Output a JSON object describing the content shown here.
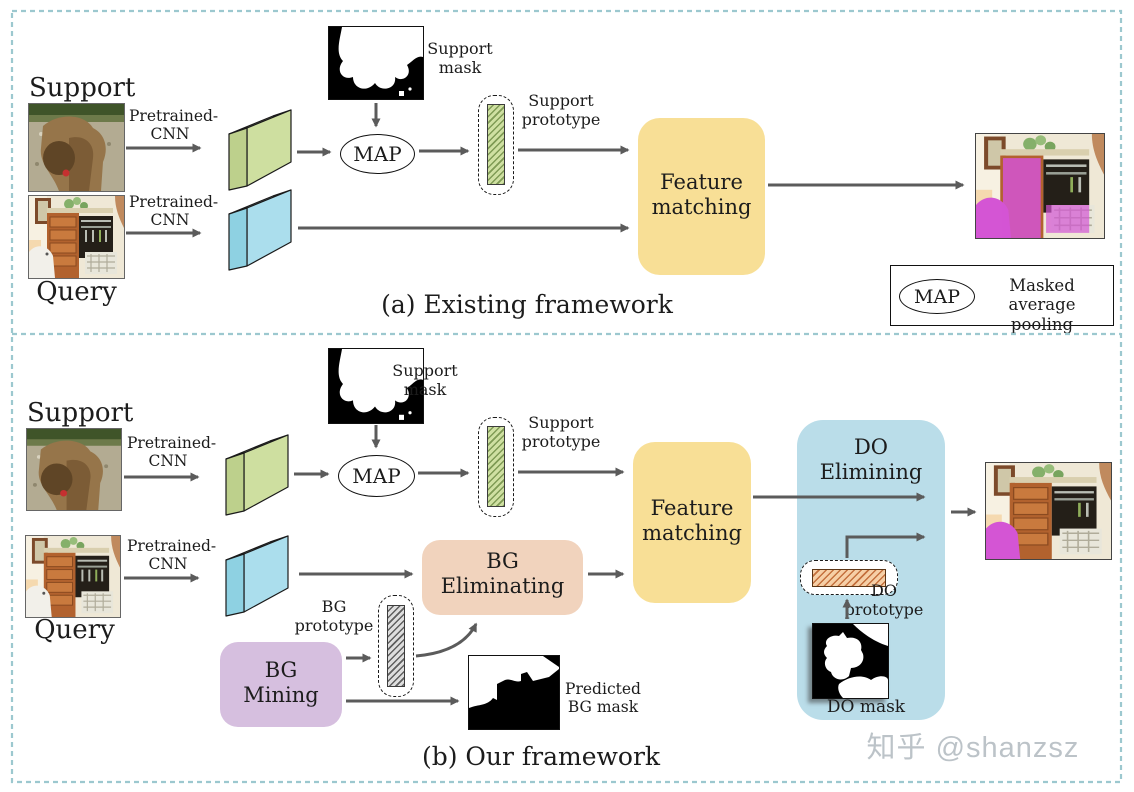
{
  "figure": {
    "panel_a": {
      "caption": "(a) Existing framework",
      "support_label": "Support",
      "query_label": "Query",
      "pretrained_cnn_support": "Pretrained-\nCNN",
      "pretrained_cnn_query": "Pretrained-\nCNN",
      "support_mask_label": "Support\nmask",
      "map_label": "MAP",
      "support_prototype_label": "Support\nprototype",
      "feature_matching_label": "Feature\nmatching"
    },
    "panel_b": {
      "caption": "(b) Our framework",
      "support_label": "Support",
      "query_label": "Query",
      "pretrained_cnn_support": "Pretrained-\nCNN",
      "pretrained_cnn_query": "Pretrained-\nCNN",
      "support_mask_label": "Support\nmask",
      "map_label": "MAP",
      "support_prototype_label": "Support\nprototype",
      "feature_matching_label": "Feature\nmatching",
      "bg_prototype_label": "BG\nprototype",
      "bg_mining_label": "BG\nMining",
      "bg_eliminating_label": "BG\nEliminating",
      "predicted_bg_mask_label": "Predicted\nBG mask",
      "do_elimining_label": "DO\nElimining",
      "do_prototype_label": "DO\nprototype",
      "do_mask_label": "DO mask"
    },
    "legend": {
      "map_label": "MAP",
      "description": "Masked average\npooling"
    },
    "watermark": "知乎 @shanzsz",
    "colors": {
      "panel_border": "#9cc8cf",
      "feature_matching_fill": "#f8df96",
      "bg_mining_fill": "#d6bfdf",
      "bg_eliminating_fill": "#f1d3bd",
      "do_elimining_fill": "#badde9",
      "support_feature_fill": "#cedfa0",
      "query_feature_fill": "#abdeed",
      "arrow": "#5b5b5b",
      "segmentation_overlay": "#cf5ecf"
    }
  }
}
